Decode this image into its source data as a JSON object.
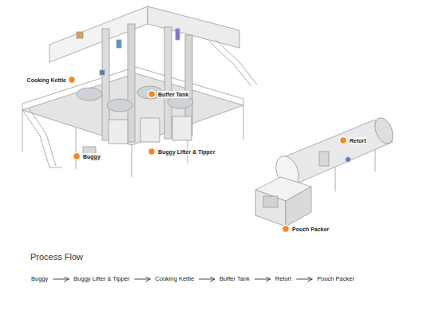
{
  "diagram": {
    "title": "Process Flow",
    "nodes": [
      {
        "text": [
          "Buggy"
        ]
      },
      {
        "text": [
          "Buggy Lifter & Tipper"
        ]
      },
      {
        "text": [
          "Cooking Kettle"
        ]
      },
      {
        "text": [
          "Buffer Tank"
        ]
      },
      {
        "text": [
          "Retort"
        ]
      },
      {
        "text": [
          "Pouch Packer"
        ]
      }
    ],
    "edges": [
      {
        "from": 0,
        "to": 1,
        "arrow": "to"
      },
      {
        "from": 1,
        "to": 2,
        "arrow": "to"
      },
      {
        "from": 2,
        "to": 3,
        "arrow": "to"
      },
      {
        "from": 3,
        "to": 4,
        "arrow": "to"
      },
      {
        "from": 4,
        "to": 5,
        "arrow": "to"
      }
    ],
    "labels": [
      "Cooking Kettle",
      "Buffer Tank",
      "Buggy",
      "Buggy Lifter & Tipper",
      "Retort",
      "Pouch Packer"
    ]
  }
}
